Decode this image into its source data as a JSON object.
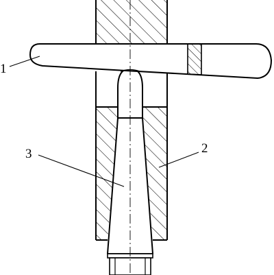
{
  "labels": {
    "lever": "1",
    "body": "2",
    "pin": "3"
  }
}
